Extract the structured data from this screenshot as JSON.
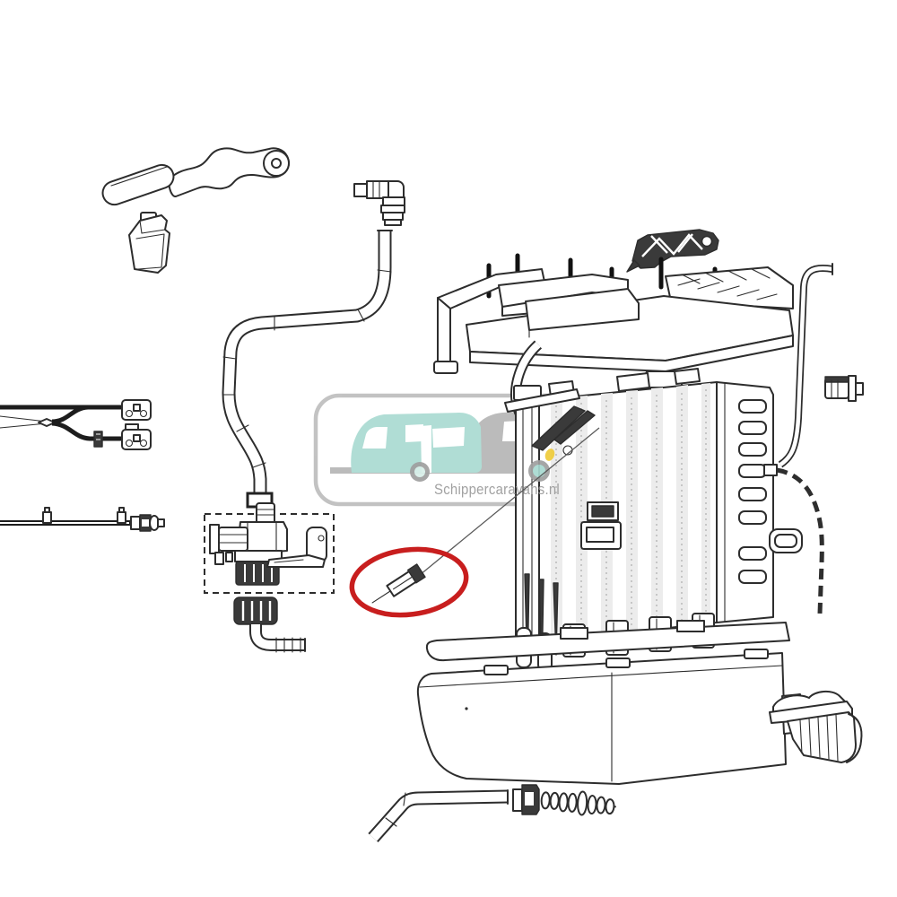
{
  "watermark": {
    "text": "Schippercaravans.nl"
  },
  "colors": {
    "paper": "#ffffff",
    "ink": "#2d2d2d",
    "dark": "#3a3a3a",
    "shade": "#ececec",
    "red": "#c81e1e",
    "teal": "#a8dad1",
    "teal_light": "#d8efe9",
    "gray": "#b4b4b4",
    "gray_ring": "#9f9f9f",
    "gray_border": "#bcbcbc",
    "text_gray": "#9a9a9a",
    "yellow": "#efcc3a"
  },
  "parts": [
    "flush-lever",
    "flap-cover",
    "elbow-hose-fitting",
    "water-supply-tube",
    "wiring-harness",
    "sensor-cable",
    "fill-valve-assembly",
    "swivel-nut-elbow",
    "highlighted-small-part",
    "lattice-bracket",
    "heater-top-cover",
    "heater-body",
    "vent-wire-tube",
    "side-fitting",
    "power-cable",
    "base-tray",
    "drain-spout",
    "outlet-tube",
    "hose-nut",
    "barbed-connector"
  ]
}
